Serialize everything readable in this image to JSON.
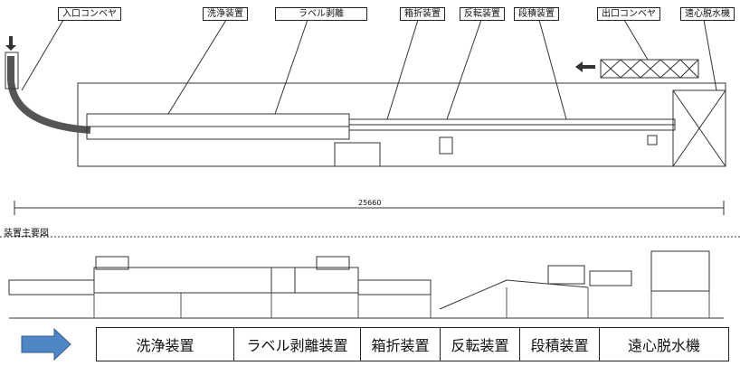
{
  "top_labels": [
    {
      "key": "inlet",
      "text": "入口コンベヤ"
    },
    {
      "key": "washer",
      "text": "洗浄装置"
    },
    {
      "key": "label_remover",
      "text": "ラベル剥離"
    },
    {
      "key": "box_folder",
      "text": "箱折装置"
    },
    {
      "key": "inverter",
      "text": "反転装置"
    },
    {
      "key": "stacker",
      "text": "段積装置"
    },
    {
      "key": "outlet",
      "text": "出口コンベヤ"
    },
    {
      "key": "dehydrator",
      "text": "遠心脱水機"
    }
  ],
  "dimension": "25660",
  "caption": "装置主要図",
  "process_flow": [
    {
      "key": "washer",
      "text": "洗浄装置"
    },
    {
      "key": "label_remover",
      "text": "ラベル剥離装置"
    },
    {
      "key": "box_folder",
      "text": "箱折装置"
    },
    {
      "key": "inverter",
      "text": "反転装置"
    },
    {
      "key": "stacker",
      "text": "段積装置"
    },
    {
      "key": "dehydrator",
      "text": "遠心脱水機"
    }
  ],
  "colors": {
    "arrow": "#4f86c6",
    "line": "#333333"
  }
}
